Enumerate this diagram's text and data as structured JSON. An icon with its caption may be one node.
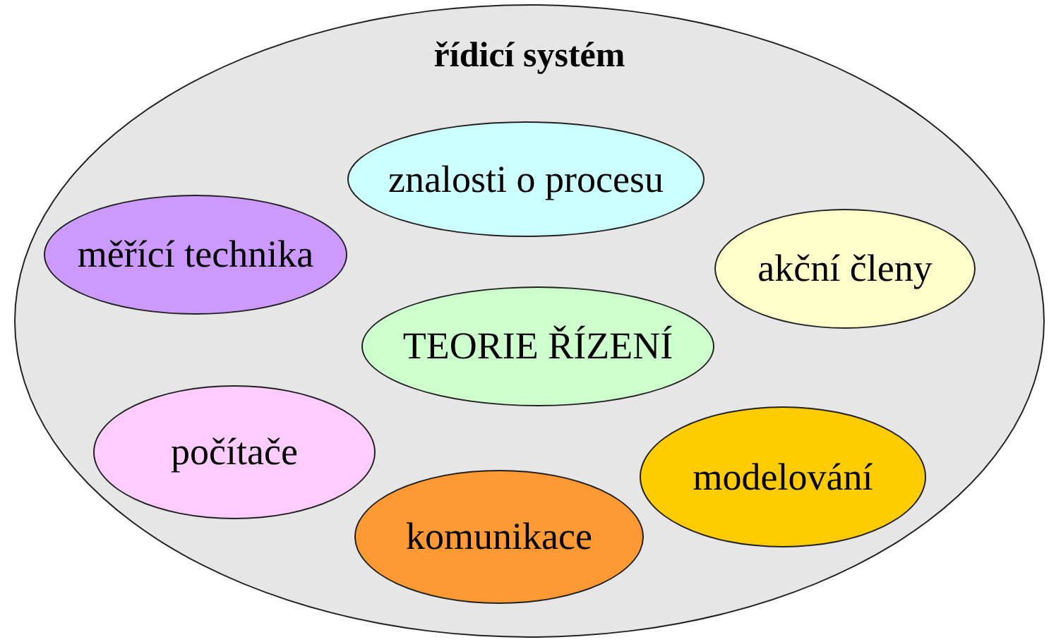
{
  "diagram": {
    "nodes": [
      {
        "text": [
          "řídicí systém"
        ]
      },
      {
        "text": [
          "znalosti o procesu"
        ],
        "in": 0
      },
      {
        "text": [
          "měřící technika"
        ],
        "in": 0
      },
      {
        "text": [
          "akční členy"
        ],
        "in": 0
      },
      {
        "text": [
          "TEORIE ŘÍZENÍ"
        ],
        "in": 0
      },
      {
        "text": [
          "počítače"
        ],
        "in": 0
      },
      {
        "text": [
          "modelování"
        ],
        "in": 0
      },
      {
        "text": [
          "komunikace"
        ],
        "in": 0
      }
    ]
  }
}
